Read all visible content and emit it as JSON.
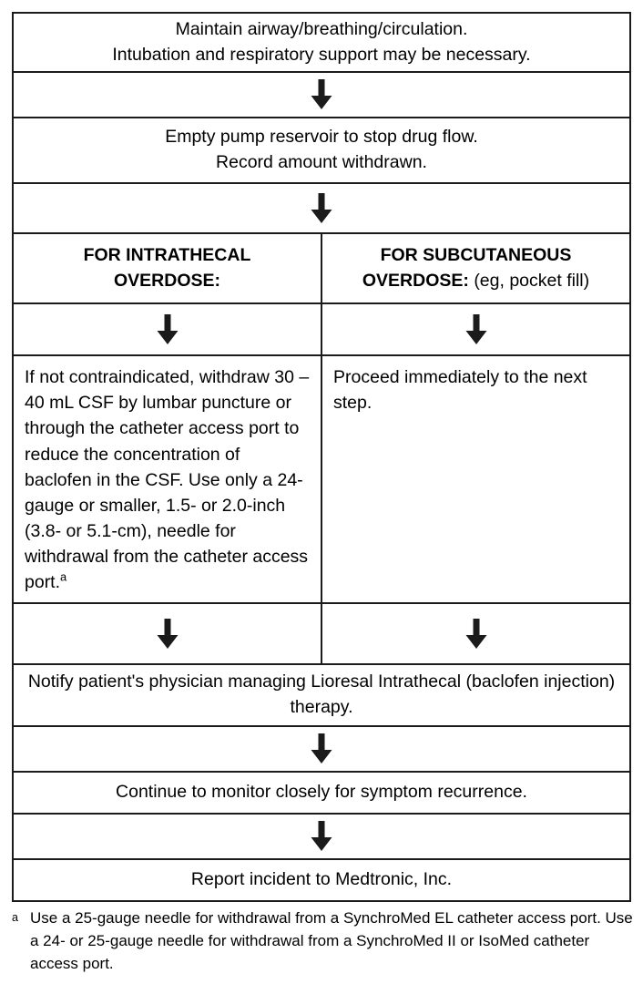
{
  "flowchart": {
    "title": "Baclofen overdose management flowchart",
    "arrow_icon": "down-arrow-icon",
    "steps": {
      "intro": "Maintain airway/breathing/circulation.\nIntubation and respiratory support may be necessary.",
      "intro_line1": "Maintain airway/breathing/circulation.",
      "intro_line2": "Intubation and respiratory support may be necessary.",
      "empty_reservoir_line1": "Empty pump reservoir to stop drug flow.",
      "empty_reservoir_line2": "Record amount withdrawn.",
      "notify": "Notify patient's physician managing Lioresal Intrathecal (baclofen injection) therapy.",
      "monitor": "Continue to monitor closely for symptom recurrence.",
      "report": "Report incident to Medtronic, Inc."
    },
    "branches": {
      "left": {
        "heading_line1": "FOR INTRATHECAL",
        "heading_line2": "OVERDOSE:",
        "heading_bold": "FOR INTRATHECAL OVERDOSE:",
        "body": "If not contraindicated, withdraw 30 – 40 mL CSF by lumbar puncture or through the catheter access port to reduce the concentration of baclofen in the CSF. Use only a 24-gauge or smaller, 1.5- or 2.0-inch (3.8- or 5.1-cm), needle for withdrawal from the catheter access port.",
        "body_footnote_marker": "a"
      },
      "right": {
        "heading_line1": "FOR SUBCUTANEOUS",
        "heading_bold": "OVERDOSE:",
        "heading_regular": "(eg, pocket fill)",
        "body": "Proceed immediately to the next step."
      }
    }
  },
  "footnote": {
    "marker": "a",
    "text": "Use a 25-gauge needle for withdrawal from a SynchroMed EL catheter access port. Use a 24- or 25-gauge needle for withdrawal from a SynchroMed II or IsoMed catheter access port."
  },
  "colors": {
    "border": "#1b1b1b",
    "text": "#000000",
    "background": "#ffffff"
  }
}
